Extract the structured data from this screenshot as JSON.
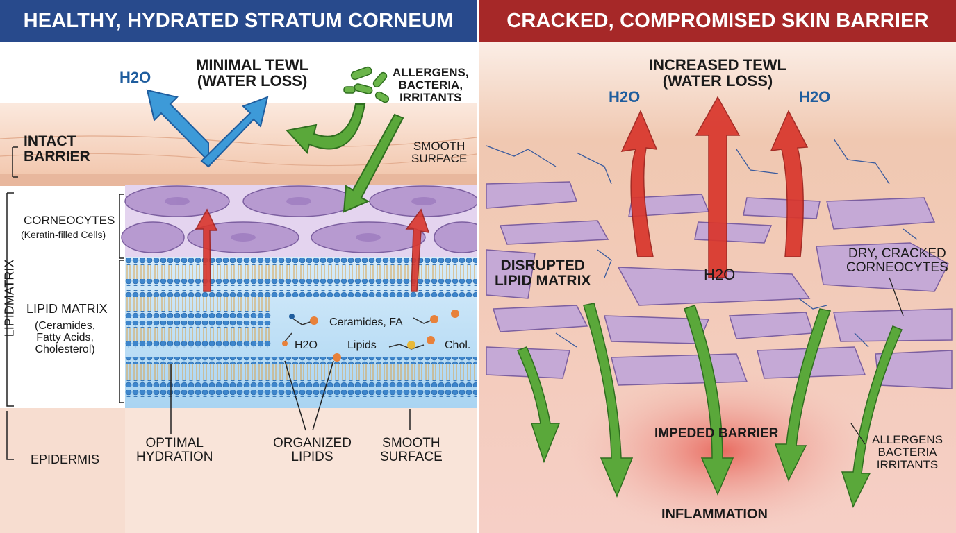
{
  "headers": {
    "left": "HEALTHY, HYDRATED STRATUM CORNEUM",
    "right": "CRACKED, COMPROMISED SKIN BARRIER"
  },
  "left_panel": {
    "water_loss": [
      "MINIMAL TEWL",
      "(WATER LOSS)"
    ],
    "h2o": "H2O",
    "allergens": [
      "ALLERGENS,",
      "BACTERIA,",
      "IRRITANTS"
    ],
    "intact_barrier": [
      "INTACT",
      "BARRIER"
    ],
    "smooth_surface_top": [
      "SMOOTH",
      "SURFACE"
    ],
    "corneocytes": "CORNEOCYTES",
    "corneocytes_sub": "(Keratin-filled Cells)",
    "lipidmatrix_vertical": "LIPIDMATRIX",
    "lipid_matrix": "LIPID MATRIX",
    "lipid_matrix_sub": [
      "(Ceramides,",
      "Fatty Acids,",
      "Cholesterol)"
    ],
    "inset_ceramides": "Ceramides, FA",
    "inset_h2o": "H2O",
    "inset_lipids": "Lipids",
    "inset_chol": "Chol.",
    "epidermis": "EPIDERMIS",
    "optimal_hydration": [
      "OPTIMAL",
      "HYDRATION"
    ],
    "organized_lipids": [
      "ORGANIZED",
      "LIPIDS"
    ],
    "smooth_surface_bottom": [
      "SMOOTH",
      "SURFACE"
    ]
  },
  "right_panel": {
    "water_loss": [
      "INCREASED TEWL",
      "(WATER LOSS)"
    ],
    "h2o_left": "H2O",
    "h2o_right": "H2O",
    "h2o_center": "H2O",
    "disrupted": [
      "DISRUPTED",
      "LIPID MATRIX"
    ],
    "dry_cracked": [
      "DRY, CRACKED",
      "CORNEOCYTES"
    ],
    "impeded_barrier": "IMPEDED BARRIER",
    "allergens": [
      "ALLERGENS",
      "BACTERIA",
      "IRRITANTS"
    ],
    "inflammation": "INFLAMMATION"
  },
  "colors": {
    "header_left": "#284a8c",
    "header_right": "#a62828",
    "water_arrow_blue": "#3d9ad8",
    "water_arrow_red": "#d9362c",
    "allergen_arrow_green": "#5aa83a",
    "corneocyte_purple": "#b79ad0",
    "lipid_head_blue": "#3e86cc",
    "skin_peach": "#f2c6ad",
    "inflammation_red": "#e65a4f"
  }
}
